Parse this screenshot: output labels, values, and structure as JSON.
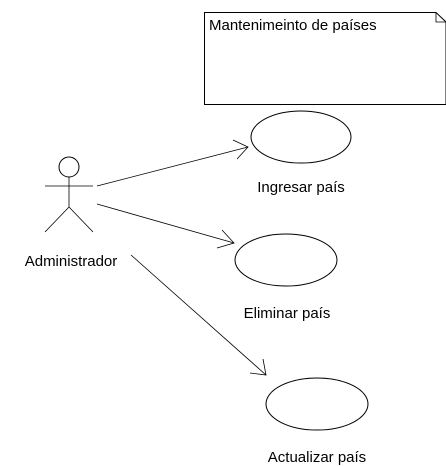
{
  "note": {
    "text": "Mantenimeinto de países"
  },
  "actor": {
    "name": "Administrador"
  },
  "use_cases": [
    {
      "label": "Ingresar país"
    },
    {
      "label": "Eliminar país"
    },
    {
      "label": "Actualizar país"
    }
  ],
  "colors": {
    "stroke": "#000000",
    "background": "#ffffff"
  }
}
